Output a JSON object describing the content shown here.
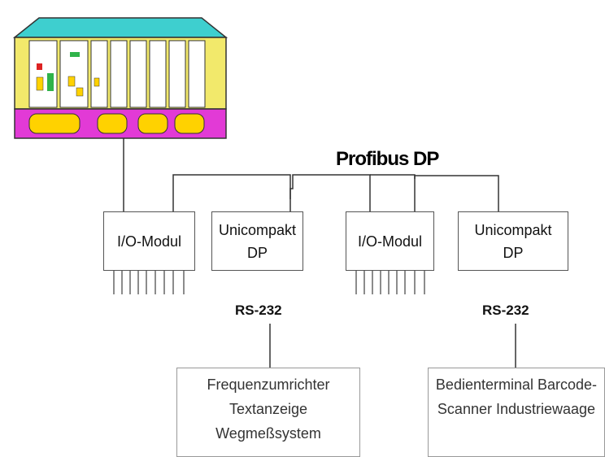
{
  "bus": {
    "label": "Profibus DP"
  },
  "rack": {
    "icon": "plc-rack-icon",
    "colors": {
      "top": "#3ecfcf",
      "slots": "#f2e96b",
      "base": "#e23ad6",
      "led": "#ffd200"
    }
  },
  "nodes": [
    {
      "lines": [
        "I/O-Modul"
      ]
    },
    {
      "lines": [
        "Unicompakt",
        "DP"
      ]
    },
    {
      "lines": [
        "I/O-Modul"
      ]
    },
    {
      "lines": [
        "Unicompakt",
        "DP"
      ]
    }
  ],
  "serial_links": [
    {
      "label": "RS-232"
    },
    {
      "label": "RS-232"
    }
  ],
  "device_groups": [
    {
      "items": [
        "Frequenzumrichter",
        "Textanzeige",
        "Wegmeßsystem"
      ]
    },
    {
      "items": [
        "Bedienterminal",
        "Barcode-Scanner",
        "Industriewaage"
      ]
    }
  ]
}
